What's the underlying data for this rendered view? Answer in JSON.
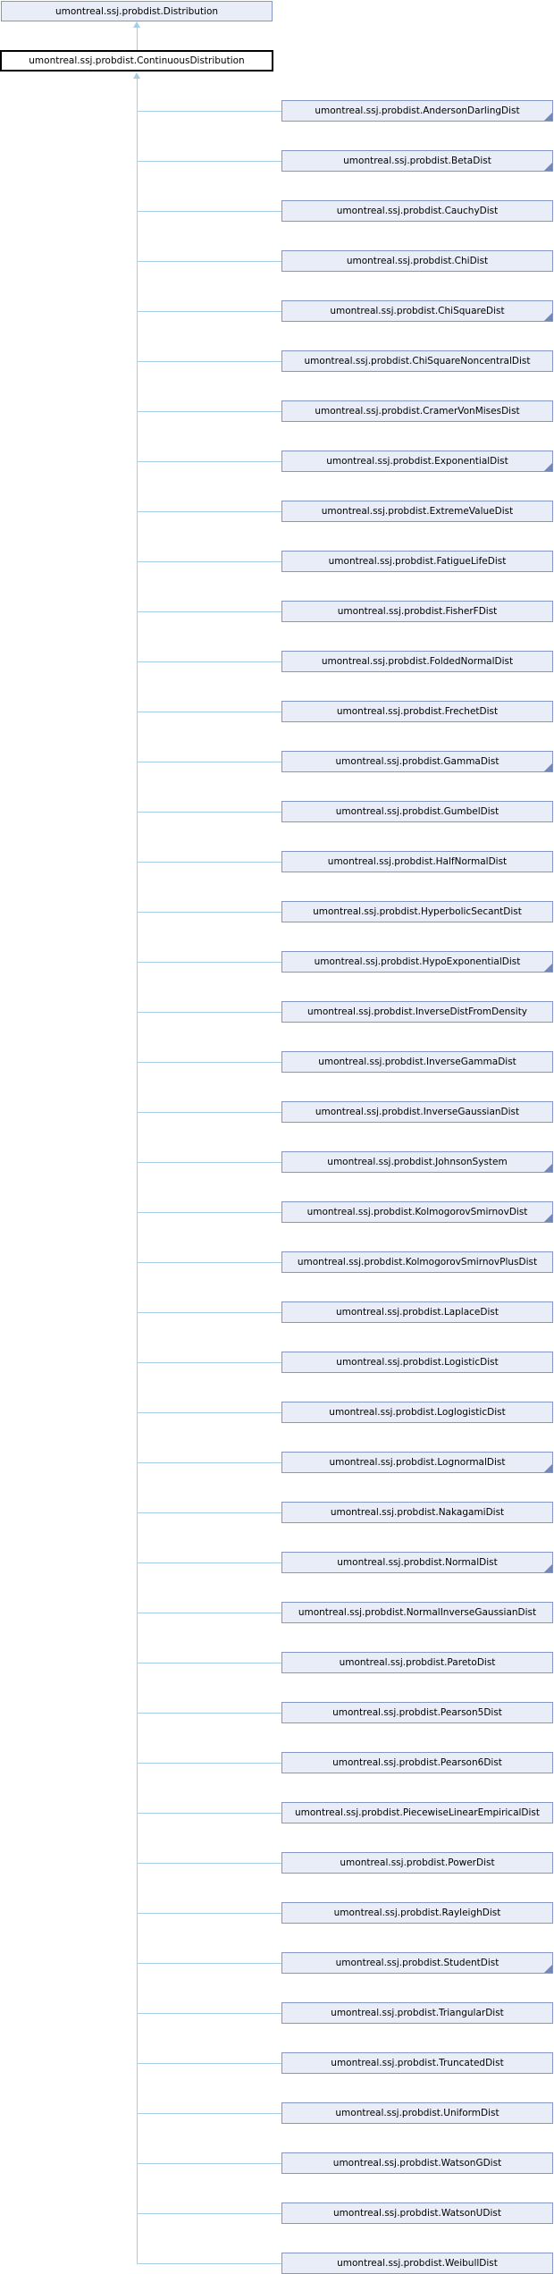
{
  "diagram": {
    "type": "class-inheritance-diagram",
    "root": {
      "label": "umontreal.ssj.probdist.Distribution"
    },
    "current": {
      "label": "umontreal.ssj.probdist.ContinuousDistribution"
    },
    "colors": {
      "node_fill": "#e8edf7",
      "node_border": "#8595c5",
      "current_fill": "#ffffff",
      "current_border": "#000000",
      "edge": "#a8cee5",
      "fold_corner": "#7387b7",
      "text": "#000000"
    },
    "subclasses": [
      {
        "label": "umontreal.ssj.probdist.AndersonDarlingDist",
        "has_hidden_children": true
      },
      {
        "label": "umontreal.ssj.probdist.BetaDist",
        "has_hidden_children": true
      },
      {
        "label": "umontreal.ssj.probdist.CauchyDist",
        "has_hidden_children": false
      },
      {
        "label": "umontreal.ssj.probdist.ChiDist",
        "has_hidden_children": false
      },
      {
        "label": "umontreal.ssj.probdist.ChiSquareDist",
        "has_hidden_children": true
      },
      {
        "label": "umontreal.ssj.probdist.ChiSquareNoncentralDist",
        "has_hidden_children": false
      },
      {
        "label": "umontreal.ssj.probdist.CramerVonMisesDist",
        "has_hidden_children": false
      },
      {
        "label": "umontreal.ssj.probdist.ExponentialDist",
        "has_hidden_children": true
      },
      {
        "label": "umontreal.ssj.probdist.ExtremeValueDist",
        "has_hidden_children": false
      },
      {
        "label": "umontreal.ssj.probdist.FatigueLifeDist",
        "has_hidden_children": false
      },
      {
        "label": "umontreal.ssj.probdist.FisherFDist",
        "has_hidden_children": false
      },
      {
        "label": "umontreal.ssj.probdist.FoldedNormalDist",
        "has_hidden_children": false
      },
      {
        "label": "umontreal.ssj.probdist.FrechetDist",
        "has_hidden_children": false
      },
      {
        "label": "umontreal.ssj.probdist.GammaDist",
        "has_hidden_children": true
      },
      {
        "label": "umontreal.ssj.probdist.GumbelDist",
        "has_hidden_children": false
      },
      {
        "label": "umontreal.ssj.probdist.HalfNormalDist",
        "has_hidden_children": false
      },
      {
        "label": "umontreal.ssj.probdist.HyperbolicSecantDist",
        "has_hidden_children": false
      },
      {
        "label": "umontreal.ssj.probdist.HypoExponentialDist",
        "has_hidden_children": true
      },
      {
        "label": "umontreal.ssj.probdist.InverseDistFromDensity",
        "has_hidden_children": false
      },
      {
        "label": "umontreal.ssj.probdist.InverseGammaDist",
        "has_hidden_children": false
      },
      {
        "label": "umontreal.ssj.probdist.InverseGaussianDist",
        "has_hidden_children": false
      },
      {
        "label": "umontreal.ssj.probdist.JohnsonSystem",
        "has_hidden_children": true
      },
      {
        "label": "umontreal.ssj.probdist.KolmogorovSmirnovDist",
        "has_hidden_children": true
      },
      {
        "label": "umontreal.ssj.probdist.KolmogorovSmirnovPlusDist",
        "has_hidden_children": false
      },
      {
        "label": "umontreal.ssj.probdist.LaplaceDist",
        "has_hidden_children": false
      },
      {
        "label": "umontreal.ssj.probdist.LogisticDist",
        "has_hidden_children": false
      },
      {
        "label": "umontreal.ssj.probdist.LoglogisticDist",
        "has_hidden_children": false
      },
      {
        "label": "umontreal.ssj.probdist.LognormalDist",
        "has_hidden_children": true
      },
      {
        "label": "umontreal.ssj.probdist.NakagamiDist",
        "has_hidden_children": false
      },
      {
        "label": "umontreal.ssj.probdist.NormalDist",
        "has_hidden_children": true
      },
      {
        "label": "umontreal.ssj.probdist.NormalInverseGaussianDist",
        "has_hidden_children": false
      },
      {
        "label": "umontreal.ssj.probdist.ParetoDist",
        "has_hidden_children": false
      },
      {
        "label": "umontreal.ssj.probdist.Pearson5Dist",
        "has_hidden_children": false
      },
      {
        "label": "umontreal.ssj.probdist.Pearson6Dist",
        "has_hidden_children": false
      },
      {
        "label": "umontreal.ssj.probdist.PiecewiseLinearEmpiricalDist",
        "has_hidden_children": false
      },
      {
        "label": "umontreal.ssj.probdist.PowerDist",
        "has_hidden_children": false
      },
      {
        "label": "umontreal.ssj.probdist.RayleighDist",
        "has_hidden_children": false
      },
      {
        "label": "umontreal.ssj.probdist.StudentDist",
        "has_hidden_children": true
      },
      {
        "label": "umontreal.ssj.probdist.TriangularDist",
        "has_hidden_children": false
      },
      {
        "label": "umontreal.ssj.probdist.TruncatedDist",
        "has_hidden_children": false
      },
      {
        "label": "umontreal.ssj.probdist.UniformDist",
        "has_hidden_children": false
      },
      {
        "label": "umontreal.ssj.probdist.WatsonGDist",
        "has_hidden_children": false
      },
      {
        "label": "umontreal.ssj.probdist.WatsonUDist",
        "has_hidden_children": false
      },
      {
        "label": "umontreal.ssj.probdist.WeibullDist",
        "has_hidden_children": false
      }
    ]
  }
}
